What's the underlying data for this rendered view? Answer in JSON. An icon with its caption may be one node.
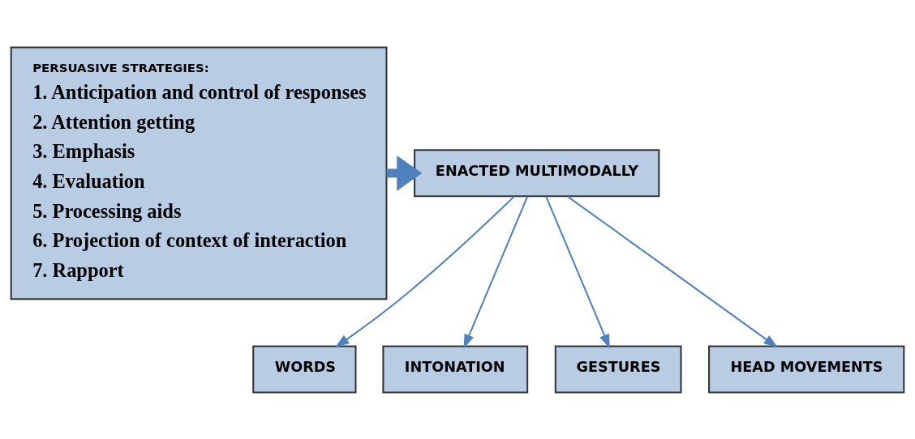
{
  "diagram": {
    "nodes": [
      {
        "text": [
          "PERSUASIVE STRATEGIES:",
          "1. Anticipation and control of responses",
          "2. Attention getting",
          "3. Emphasis",
          "4. Evaluation",
          "5. Processing aids",
          "6. Projection of context of interaction",
          "7. Rapport"
        ]
      },
      {
        "text": [
          "ENACTED MULTIMODALLY"
        ]
      },
      {
        "text": [
          "WORDS"
        ]
      },
      {
        "text": [
          "INTONATION"
        ]
      },
      {
        "text": [
          "GESTURES"
        ]
      },
      {
        "text": [
          "HEAD MOVEMENTS"
        ]
      }
    ],
    "edges": [
      {
        "from": 0,
        "to": 1,
        "arrow": "to",
        "style": "thick"
      },
      {
        "from": 1,
        "to": 2,
        "arrow": "to"
      },
      {
        "from": 1,
        "to": 3,
        "arrow": "to"
      },
      {
        "from": 1,
        "to": 4,
        "arrow": "to"
      },
      {
        "from": 1,
        "to": 5,
        "arrow": "to"
      }
    ]
  }
}
